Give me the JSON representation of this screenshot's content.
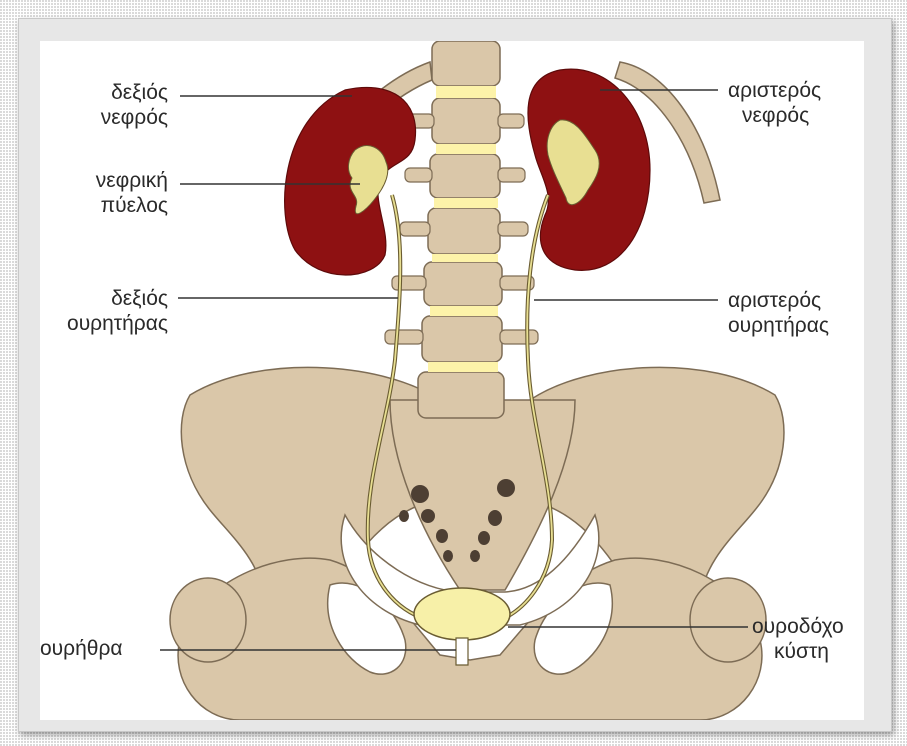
{
  "labels": {
    "right_kidney": [
      "δεξιός",
      "νεφρός"
    ],
    "left_kidney": [
      "αριστερός",
      "νεφρός"
    ],
    "renal_pelvis": [
      "νεφρική",
      "πύελος"
    ],
    "right_ureter": [
      "δεξιός",
      "ουρητήρας"
    ],
    "left_ureter": [
      "αριστερός",
      "ουρητήρας"
    ],
    "urethra": "ουρήθρα",
    "bladder": [
      "ουροδόχο",
      "κύστη"
    ]
  },
  "colors": {
    "bone": "#dac7a9",
    "bone_outline": "#7d6c55",
    "kidney": "#8e1112",
    "disc": "#fdf3a9",
    "bladder": "#f7f0a8",
    "frame": "#e7e7e7"
  }
}
